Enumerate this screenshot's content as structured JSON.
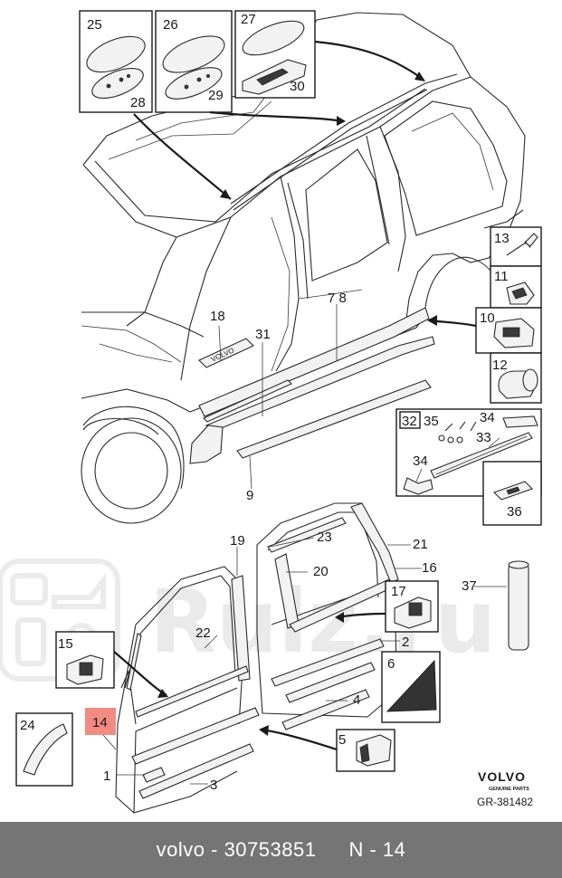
{
  "callouts": {
    "c1": "1",
    "c2": "2",
    "c3": "3",
    "c4": "4",
    "c5": "5",
    "c6": "6",
    "c7_8": "7 8",
    "c9": "9",
    "c10": "10",
    "c11": "11",
    "c12": "12",
    "c13": "13",
    "c14": "14",
    "c15": "15",
    "c16": "16",
    "c17": "17",
    "c18": "18",
    "c19": "19",
    "c20": "20",
    "c21": "21",
    "c22": "22",
    "c23": "23",
    "c24": "24",
    "c25": "25",
    "c26": "26",
    "c27": "27",
    "c28": "28",
    "c29": "29",
    "c30": "30",
    "c31": "31",
    "c32": "32",
    "c33": "33",
    "c34": "34",
    "c34b": "34",
    "c35": "35",
    "c36": "36",
    "c37": "37"
  },
  "highlight_color": "#f28b82",
  "sill_plate_text": "VOLVO",
  "brand": {
    "name": "VOLVO",
    "subtitle": "GENUINE PARTS",
    "ref": "GR-381482"
  },
  "watermark": {
    "text": "Rulz.ru",
    "icon": "car-parts-icon"
  },
  "footer": {
    "brand": "volvo",
    "dash": "-",
    "part_number": "30753851",
    "position": "N - 14"
  }
}
